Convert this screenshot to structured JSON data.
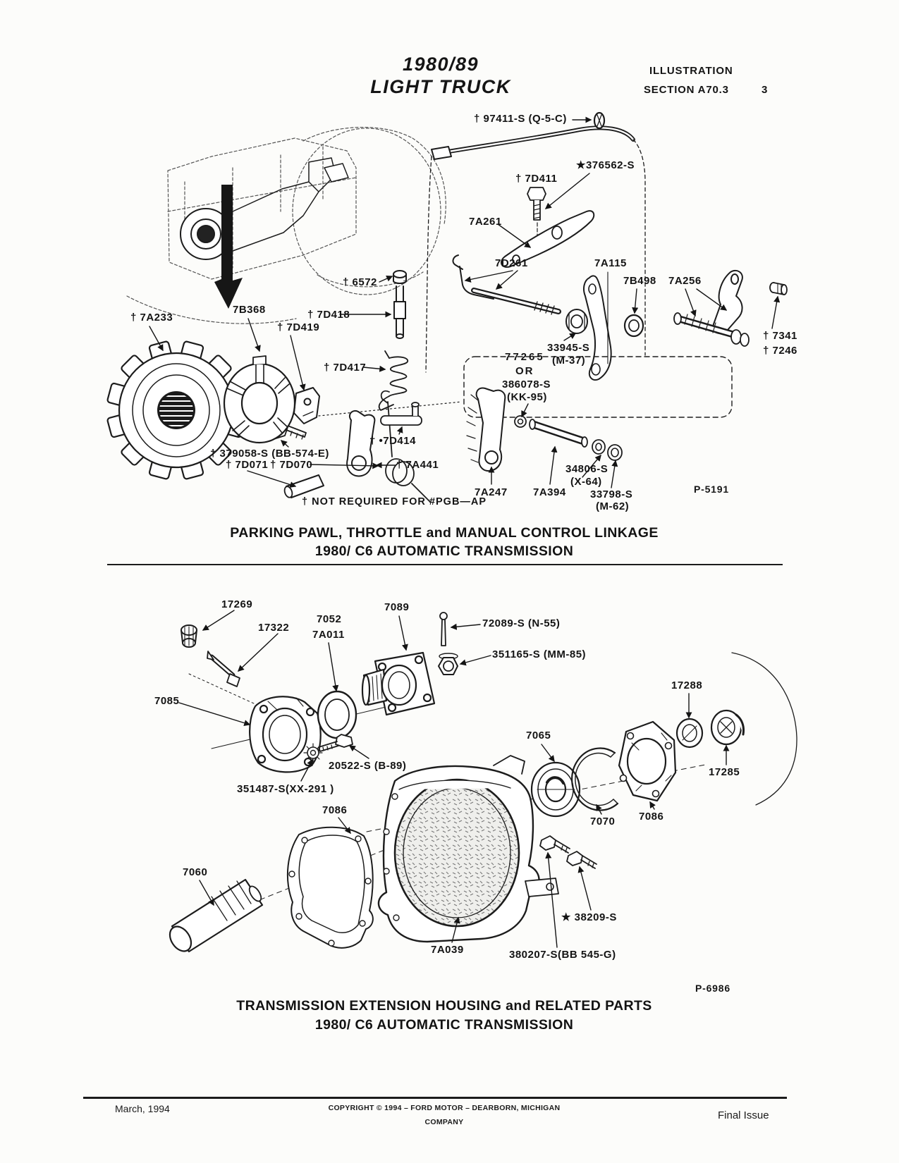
{
  "header": {
    "title_line1": "1980/89",
    "title_line2": "LIGHT TRUCK",
    "right_line1": "ILLUSTRATION",
    "right_line2": "SECTION A70.3",
    "page_number": "3"
  },
  "diagram1": {
    "title_line1": "PARKING PAWL, THROTTLE and MANUAL CONTROL LINKAGE",
    "title_line2": "1980/ C6 AUTOMATIC TRANSMISSION",
    "figure_number": "P-5191",
    "footnote": "†  NOT REQUIRED FOR #PGB—AP",
    "labels": [
      "† 97411-S (Q-5-C)",
      "★376562-S",
      "† 7D411",
      "7A261",
      "7D261",
      "7A115",
      "7B498",
      "7A256",
      "† 6572",
      "† 7A233",
      "7B368",
      "† 7D418",
      "† 7D419",
      "† 7D417",
      "77265",
      "OR",
      "386078-S",
      "(KK-95)",
      "33945-S",
      "(M-37)",
      "† 7341",
      "† 7246",
      "† •7D414",
      "† 379058-S (BB-574-E)",
      "† 7D071",
      "† 7D070",
      "† 7A441",
      "7A247",
      "7A394",
      "34806-S",
      "(X-64)",
      "33798-S",
      "(M-62)"
    ]
  },
  "diagram2": {
    "title_line1": "TRANSMISSION EXTENSION HOUSING and RELATED PARTS",
    "title_line2": "1980/ C6 AUTOMATIC TRANSMISSION",
    "figure_number": "P-6986",
    "labels": [
      "17269",
      "17322",
      "7052",
      "7A011",
      "7089",
      "72089-S (N-55)",
      "351165-S (MM-85)",
      "17288",
      "7085",
      "7065",
      "20522-S (B-89)",
      "17285",
      "351487-S(XX-291 )",
      "7086",
      "7070",
      "7086",
      "7060",
      "7A039",
      "★ 38209-S",
      "380207-S(BB 545-G)"
    ]
  },
  "footer": {
    "date": "March, 1994",
    "copyright_line1": "COPYRIGHT © 1994 – FORD MOTOR – DEARBORN, MICHIGAN",
    "copyright_line2": "COMPANY",
    "issue": "Final Issue"
  }
}
